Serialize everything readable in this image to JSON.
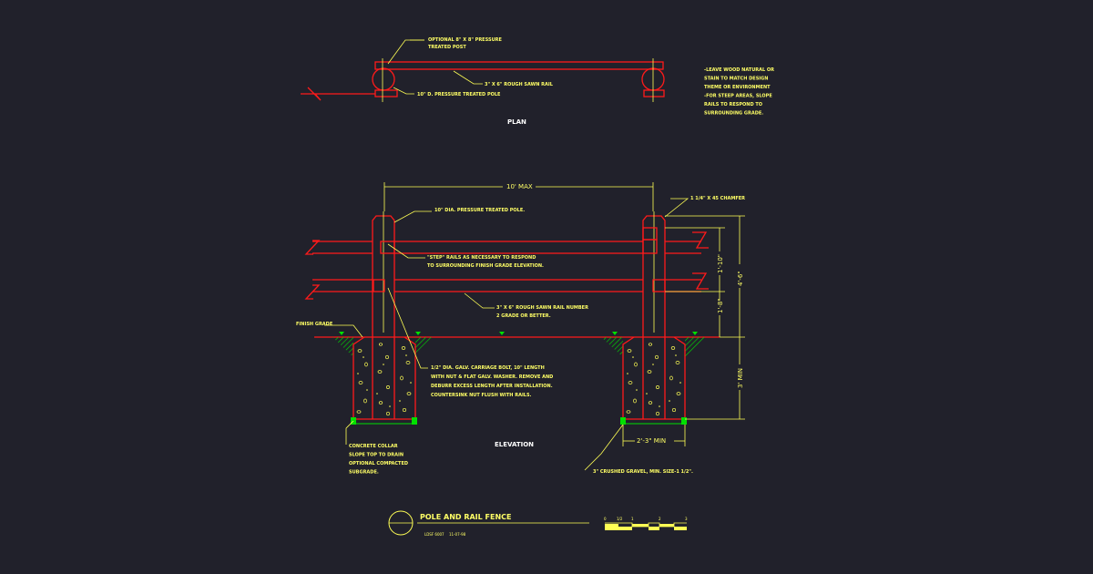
{
  "plan": {
    "title": "PLAN",
    "notes": {
      "post": [
        "OPTIONAL 8\" X 8\" PRESSURE",
        "TREATED POST"
      ],
      "rail": "3\" X 6\" ROUGH SAWN RAIL",
      "pole": "10\" D. PRESSURE TREATED POLE",
      "finish": [
        "-LEAVE WOOD NATURAL OR",
        "STAIN TO MATCH DESIGN",
        "THEME OR ENVIRONMENT",
        "-FOR STEEP AREAS, SLOPE",
        "RAILS TO RESPOND TO",
        "SURROUNDING GRADE."
      ]
    }
  },
  "elevation": {
    "title": "ELEVATION",
    "dims": {
      "span": "10' MAX",
      "upper": "1'-10\"",
      "lower": "1'-8\"",
      "total": "4'-6\"",
      "depth": "3' MIN",
      "footing": "2'-3\" MIN"
    },
    "notes": {
      "chamfer": "1 1/4\" X 45 CHAMFER",
      "pole": "10\" DIA. PRESSURE TREATED POLE.",
      "step": [
        "\"STEP\" RAILS AS NECESSARY TO RESPOND",
        "TO SURROUNDING FINISH GRADE ELEVATION."
      ],
      "rail": [
        "3\" X 6\" ROUGH SAWN RAIL NUMBER",
        "2 GRADE OR BETTER."
      ],
      "grade": "FINISH GRADE",
      "bolt": [
        "1/2\" DIA. GALV. CARRIAGE BOLT, 10\" LENGTH",
        "WITH NUT & FLAT GALV. WASHER. REMOVE AND",
        "DEBURR EXCESS LENGTH AFTER INSTALLATION.",
        "COUNTERSINK NUT FLUSH WITH RAILS."
      ],
      "collar": [
        "CONCRETE COLLAR",
        "SLOPE TOP TO DRAIN",
        "OPTIONAL COMPACTED",
        "SUBGRADE."
      ],
      "gravel": "3\" CRUSHED GRAVEL, MIN. SIZE-1 1/2\"."
    }
  },
  "title_block": {
    "title": "POLE AND RAIL FENCE",
    "code": "LDSF 6007",
    "date": "11-07-98",
    "scale_labels": [
      "0",
      "1/2",
      "1",
      "2",
      "3"
    ]
  },
  "colors": {
    "background": "#21212b",
    "structure": "#ff1a1a",
    "annotation": "#ffff55",
    "ground": "#00e000"
  }
}
